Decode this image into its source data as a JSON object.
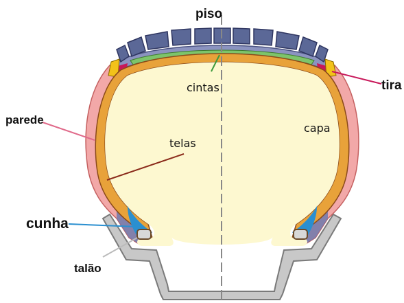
{
  "labels": {
    "piso": "piso",
    "cintas": "cintas",
    "tira": "tira",
    "parede": "parede",
    "capa": "capa",
    "telas": "telas",
    "cunha": "cunha",
    "talao": "talão"
  },
  "colors": {
    "tread_block": "#5b6897",
    "tread_base": "#8b93c0",
    "belt_green": "#7dc46b",
    "ply_orange": "#e8a23a",
    "ply_edge": "#8a4a1a",
    "inner_liner": "#fdf8d0",
    "sidewall_pink": "#f2a8a8",
    "strip_red": "#c8185a",
    "wedge_yellow": "#f3c21a",
    "wedge_blue": "#2a8fd0",
    "rim_grey": "#c8c8c8",
    "leader_pink": "#e06a8a",
    "leader_brown": "#8a2a1a",
    "leader_blue": "#2a8fd0",
    "centerline": "#888888"
  }
}
